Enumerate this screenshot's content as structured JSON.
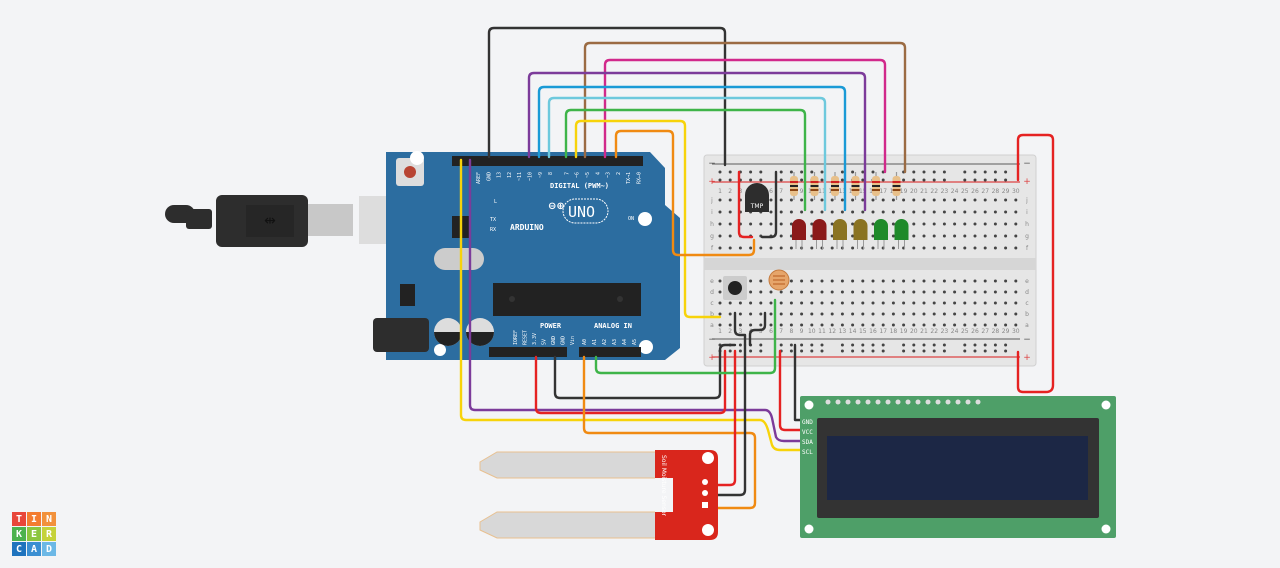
{
  "app": {
    "name": "Tinkercad",
    "logo_letters": [
      "T",
      "I",
      "N",
      "K",
      "E",
      "R",
      "C",
      "A",
      "D"
    ],
    "logo_colors": [
      "#e8463a",
      "#f47c30",
      "#f2913b",
      "#4cb24e",
      "#8cc63f",
      "#c5d23a",
      "#1e73be",
      "#3b8fd2",
      "#6cb8e6"
    ]
  },
  "arduino": {
    "brand": "ARDUINO",
    "model": "UNO",
    "digital_header_label": "DIGITAL (PWM~)",
    "digital_pins": [
      "AREF",
      "GND",
      "13",
      "12",
      "~11",
      "~10",
      "~9",
      "8",
      "7",
      "~6",
      "~5",
      "4",
      "~3",
      "2",
      "TX→1",
      "RX←0"
    ],
    "power_label": "POWER",
    "power_pins": [
      "IOREF",
      "RESET",
      "3.3V",
      "5V",
      "GND",
      "GND",
      "Vin"
    ],
    "analog_label": "ANALOG IN",
    "analog_pins": [
      "A0",
      "A1",
      "A2",
      "A3",
      "A4",
      "A5"
    ],
    "leds": [
      "L",
      "TX",
      "RX",
      "ON"
    ]
  },
  "breadboard": {
    "rows_top": [
      "j",
      "i",
      "h",
      "g",
      "f"
    ],
    "rows_bottom": [
      "e",
      "d",
      "c",
      "b",
      "a"
    ],
    "columns": 30,
    "rail_minus": "−",
    "rail_plus": "+"
  },
  "components": {
    "temp_sensor_label": "TMP",
    "led_colors": [
      "#8b1a1a",
      "#8b1a1a",
      "#8a7322",
      "#8a7322",
      "#1f8a2a",
      "#1f8a2a"
    ],
    "lcd": {
      "pins": [
        "GND",
        "VCC",
        "SDA",
        "SCL"
      ],
      "screen_color": "#1c2745",
      "board_color": "#4e9f68"
    },
    "soil_sensor": {
      "label": "Soil Moisture Sensor",
      "board_color": "#d9261c"
    }
  },
  "wire_colors": {
    "black": "#333333",
    "brown": "#9b6b43",
    "magenta": "#d1298b",
    "purple": "#7c3b9a",
    "blue": "#1a9ad6",
    "light_blue": "#6ec9dd",
    "green": "#3eb449",
    "yellow": "#f7d30a",
    "orange": "#f08a12",
    "red": "#e52222"
  }
}
